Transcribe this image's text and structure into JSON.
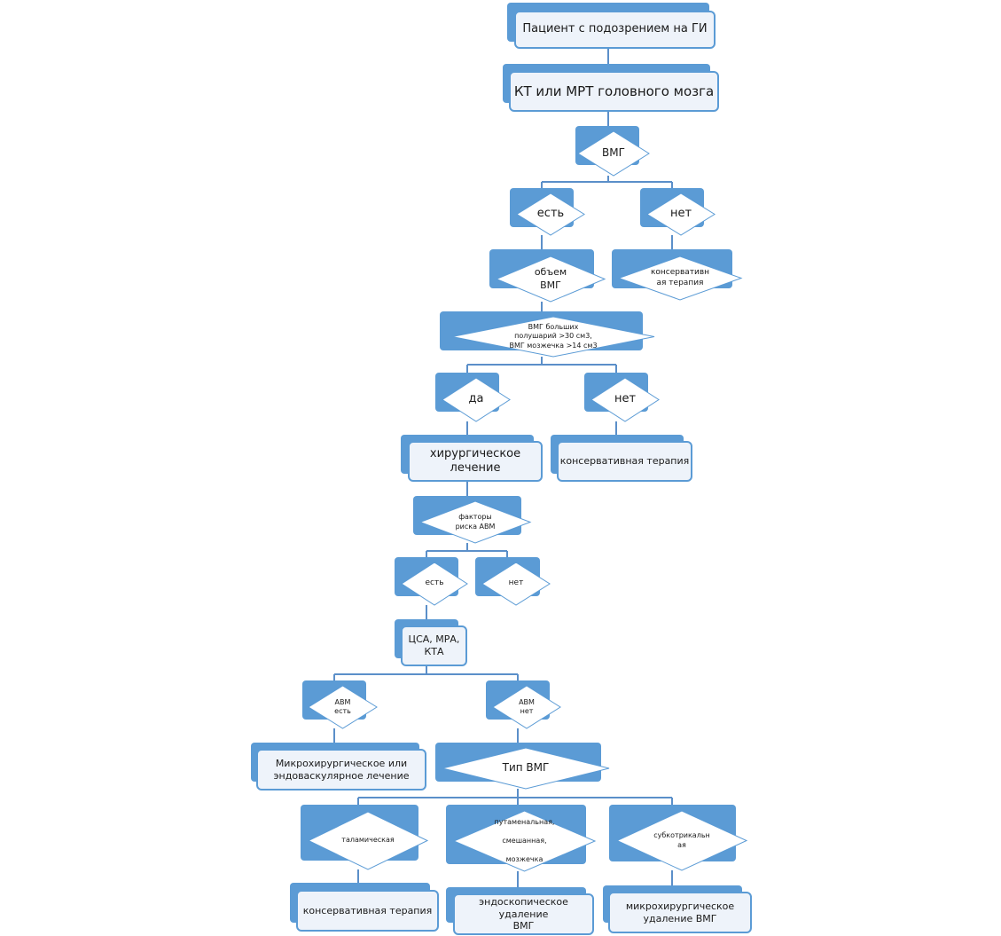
{
  "colors": {
    "shape": "#5b9bd5",
    "box_fill": "#eef3fa",
    "diamond_fill": "#ffffff",
    "line": "#5b8fc9"
  },
  "nodes": {
    "patient": "Пациент с подозрением на ГИ",
    "imaging": "КТ или МРТ головного мозга",
    "vmg": "ВМГ",
    "vmg_yes": "есть",
    "vmg_no": "нет",
    "volume": "объем\nВМГ",
    "conservative_1": "консервативн\nая терапия",
    "criteria": "ВМГ больших\nполушарий  >30 см3,\nВМГ мозжечка  >14 см3",
    "criteria_yes": "да",
    "criteria_no": "нет",
    "surgery": "хирургическое\nлечение",
    "conservative_2": "консервативная терапия",
    "avm_risk": "факторы\nриска  АВМ",
    "risk_yes": "есть",
    "risk_no": "нет",
    "angio": "ЦСА, МРА,\nКТА",
    "avm_yes": "АВМ\nесть",
    "avm_no": "АВМ\nнет",
    "microsurgery_endovascular": "Микрохирургическое или\nэндоваскулярное лечение",
    "vmg_type": "Тип ВМГ",
    "thalamic": "таламическая",
    "putaminal": "путаменальная,\n\nсмешанная,\n\nмозжечка",
    "subcortical": "субкотрикальн\nая",
    "conservative_3": "консервативная терапия",
    "endoscopic": "эндоскопическое удаление\nВМГ",
    "microsurgical_removal": "микрохирургическое\nудаление ВМГ"
  }
}
